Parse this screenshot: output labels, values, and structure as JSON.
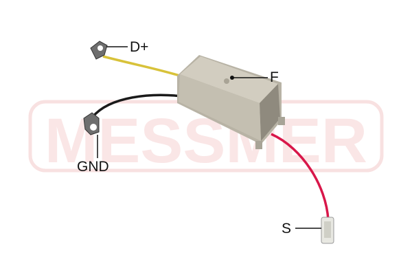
{
  "watermark": {
    "brand": "MESSMER",
    "color": "#f6d6d6"
  },
  "labels": {
    "d_plus": "D+",
    "f": "F",
    "gnd": "GND",
    "s": "S"
  },
  "colors": {
    "wire_yellow": "#d8c23a",
    "wire_black": "#1a1a1a",
    "wire_red": "#d8174a",
    "housing": "#c9c4b6"
  }
}
